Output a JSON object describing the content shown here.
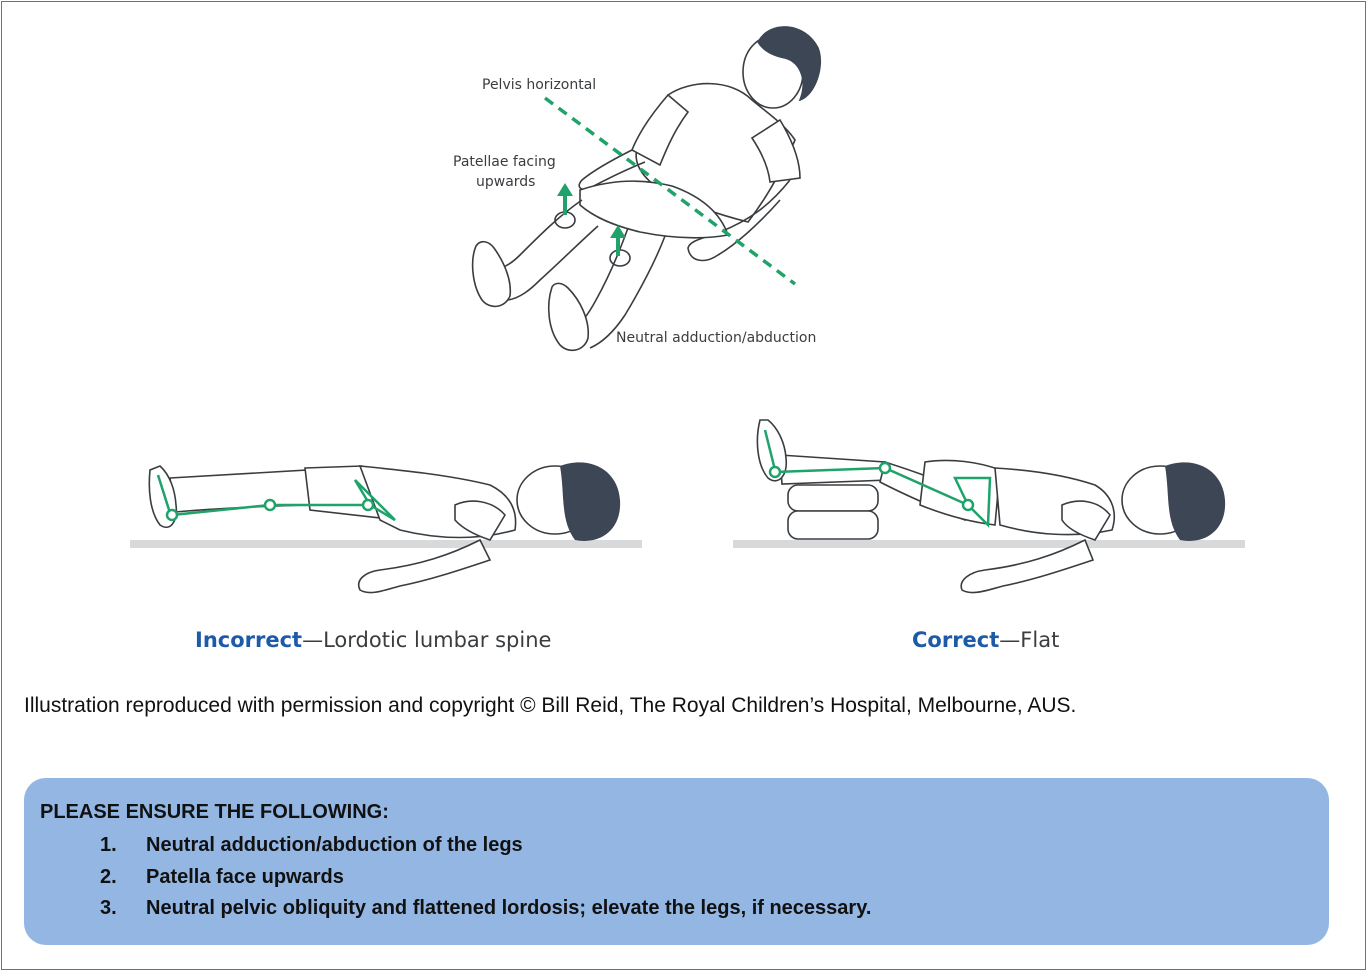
{
  "figure": {
    "labels": {
      "pelvis": "Pelvis horizontal",
      "patellae_line1": "Patellae facing",
      "patellae_line2": "upwards",
      "neutral": "Neutral adduction/abduction"
    },
    "captions": {
      "incorrect_strong": "Incorrect",
      "incorrect_rest": "—Lordotic lumbar spine",
      "correct_strong": "Correct",
      "correct_rest": "—Flat"
    },
    "colors": {
      "accent_green": "#1fa36a",
      "hair": "#3d4654",
      "floor": "#d7d9db",
      "caption_blue": "#1d5aa8",
      "panel_blue": "#93b6e3",
      "frame_green": "#22a05a"
    }
  },
  "credit": "Illustration reproduced with permission and copyright © Bill Reid, The Royal Children’s Hospital, Melbourne, AUS.",
  "notice": {
    "title": "PLEASE ENSURE THE FOLLOWING:",
    "items": [
      {
        "num": "1.",
        "text": "Neutral adduction/abduction of the legs"
      },
      {
        "num": "2.",
        "text": "Patella face upwards"
      },
      {
        "num": "3.",
        "text": "Neutral pelvic obliquity and flattened lordosis; elevate the legs, if necessary."
      }
    ]
  }
}
